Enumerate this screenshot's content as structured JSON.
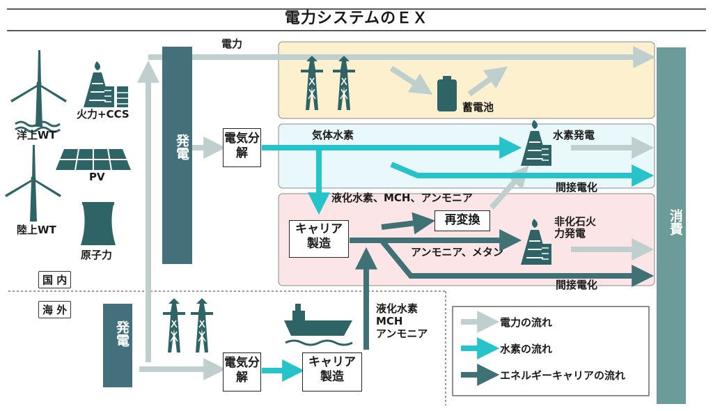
{
  "title": "電力システムのＥＸ",
  "sources": {
    "offshore_wt": "洋上WT",
    "thermal_ccs": "火力+CCS",
    "pv": "PV",
    "onshore_wt": "陸上WT",
    "nuclear": "原子力"
  },
  "domestic_label": "国 内",
  "overseas_label": "海 外",
  "generation_domestic": "発電",
  "generation_overseas": "発電",
  "power_label": "電力",
  "battery_label": "蓄電池",
  "electrolysis_domestic": "電気分解",
  "electrolysis_overseas": "電気分解",
  "gas_hydrogen_label": "気体水素",
  "hydrogen_power_label": "水素発電",
  "indirect_electrification_1": "間接電化",
  "indirect_electrification_2": "間接電化",
  "liquid_carrier_label": "液化水素、MCH、アンモニア",
  "carrier_production_domestic": "キャリア製造",
  "carrier_production_overseas": "キャリア製造",
  "reconversion_label": "再変換",
  "non_fossil_label": "非化石火力発電",
  "ammonia_methane_label": "アンモニア、メタン",
  "import_carriers": [
    "液化水素",
    "MCH",
    "アンモニア"
  ],
  "consumption_label": "消費",
  "legend": {
    "power_flow": "電力の流れ",
    "hydrogen_flow": "水素の流れ",
    "carrier_flow": "エネルギーキャリアの流れ"
  },
  "colors": {
    "dark_teal": "#2f6467",
    "slate_teal": "#43707a",
    "light_gray": "#bfcfcd",
    "cyan": "#27c3cb",
    "consumption_teal": "#6b9c9a",
    "zone_yellow": "#fcf0cf",
    "zone_cyan": "#e8f8fb",
    "zone_pink": "#fbe5e6"
  }
}
